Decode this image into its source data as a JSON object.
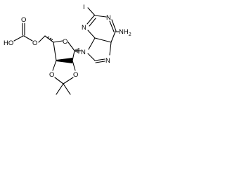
{
  "structure": {
    "atoms": {
      "iodine": "I",
      "amine": "NH2",
      "hydroxyl": "HO",
      "carbonyl_o": "O",
      "ester_o": "O",
      "ring_o": "O",
      "dioxolane_o_left": "O",
      "dioxolane_o_right": "O",
      "n1": "N",
      "n3": "N",
      "n7": "N",
      "n9": "N"
    }
  }
}
